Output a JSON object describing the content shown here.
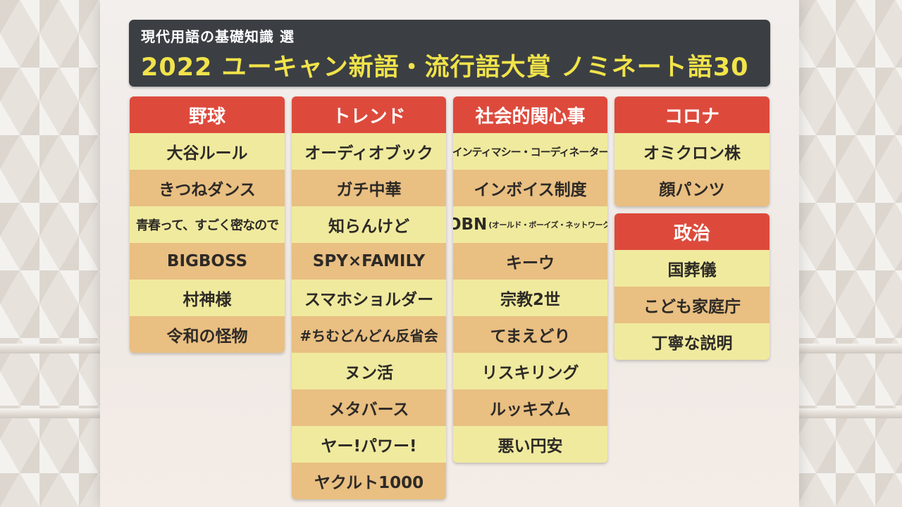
{
  "banner": {
    "subtitle": "現代用語の基礎知識 選",
    "title": "2022 ユーキャン新語・流行語大賞 ノミネート語30"
  },
  "categories": {
    "baseball": {
      "header": "野球",
      "items": [
        "大谷ルール",
        "きつねダンス",
        "青春って、すごく密なので",
        "BIGBOSS",
        "村神様",
        "令和の怪物"
      ]
    },
    "trend": {
      "header": "トレンド",
      "items": [
        "オーディオブック",
        "ガチ中華",
        "知らんけど",
        "SPY×FAMILY",
        "スマホショルダー",
        "#ちむどんどん反省会",
        "ヌン活",
        "メタバース",
        "ヤー!パワー!",
        "ヤクルト1000"
      ]
    },
    "social": {
      "header": "社会的関心事",
      "items": [
        "インティマシー・コーディネーター",
        "インボイス制度",
        "OBN",
        "キーウ",
        "宗教2世",
        "てまえどり",
        "リスキリング",
        "ルッキズム",
        "悪い円安"
      ],
      "obn_note": "(オールド・ボーイズ・ネットワーク)"
    },
    "corona": {
      "header": "コロナ",
      "items": [
        "オミクロン株",
        "顔パンツ"
      ]
    },
    "politics": {
      "header": "政治",
      "items": [
        "国葬儀",
        "こども家庭庁",
        "丁寧な説明"
      ]
    }
  },
  "colors": {
    "header_red": "#dd4a3c",
    "cell_yellow": "#f0ea9e",
    "cell_orange": "#e9bf82",
    "banner_dark": "#3b3f44",
    "banner_title_yellow": "#f1e34a"
  }
}
